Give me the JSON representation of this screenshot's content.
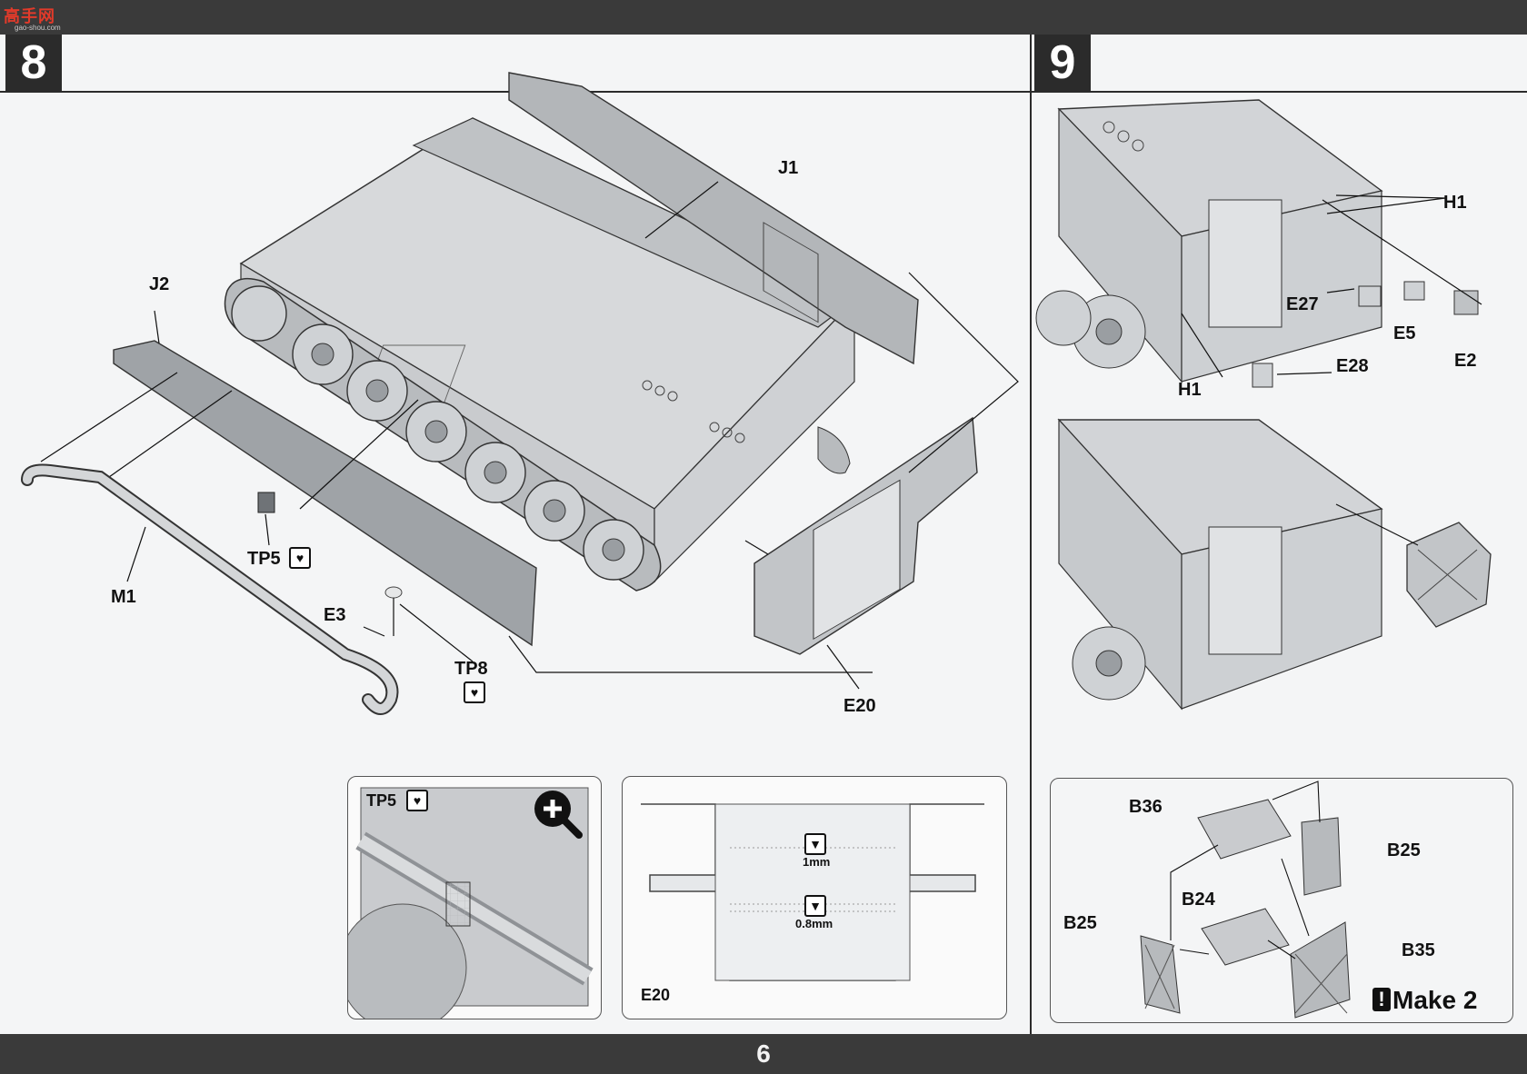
{
  "watermark": {
    "logo": "高手网",
    "sub": "gao-shou.com"
  },
  "page_number": "6",
  "steps": [
    {
      "id": "step-8",
      "number": "8"
    },
    {
      "id": "step-9",
      "number": "9"
    }
  ],
  "step8": {
    "labels": {
      "J1": "J1",
      "J2": "J2",
      "M1": "M1",
      "TP5": "TP5",
      "E3": "E3",
      "TP8": "TP8",
      "E20": "E20"
    },
    "detail_boxes": {
      "tp5_zoom": {
        "label": "TP5"
      },
      "e20_drill": {
        "label": "E20",
        "drill_1": "1mm",
        "drill_2": "0.8mm"
      }
    }
  },
  "step9": {
    "labels": {
      "H1_top": "H1",
      "E27": "E27",
      "E5": "E5",
      "E2": "E2",
      "E28": "E28",
      "H1_bottom": "H1"
    },
    "sub_box": {
      "labels": {
        "B36": "B36",
        "B25_right": "B25",
        "B24": "B24",
        "B25_left": "B25",
        "B35": "B35"
      },
      "make_note": "Make 2"
    }
  },
  "icons": {
    "tp_icon": "broken-heart-icon",
    "zoom_icon": "magnify-plus-icon",
    "drill_icon": "drill-bit-icon",
    "make_icon": "exclamation-icon"
  }
}
